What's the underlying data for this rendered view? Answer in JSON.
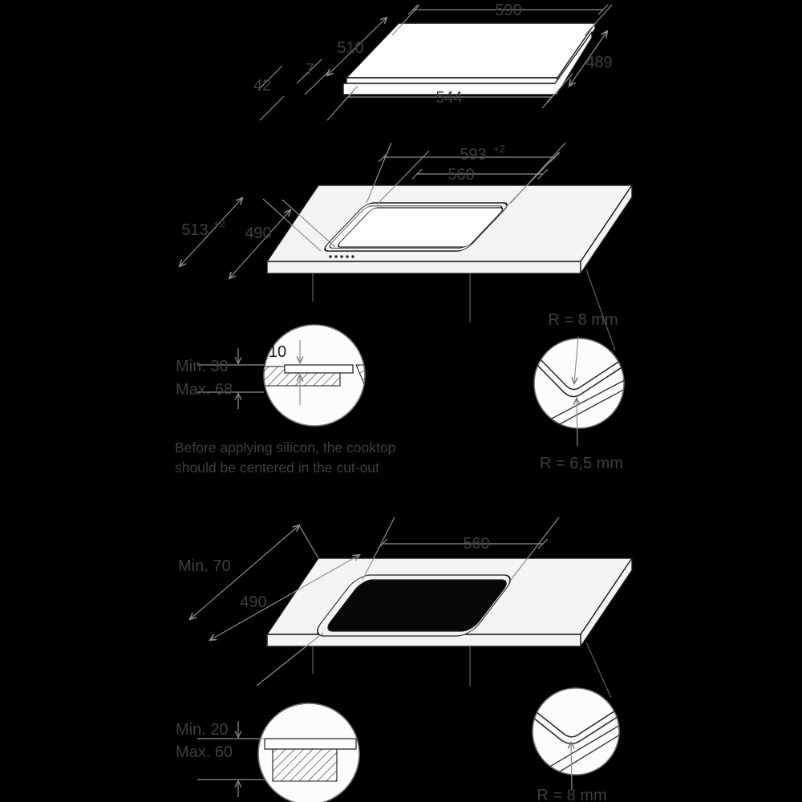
{
  "top_view": {
    "top_width": "590",
    "left_depth": "510",
    "glass_thickness": "7",
    "total_height": "42",
    "bottom_width": "544",
    "right_depth": "489"
  },
  "flush_install": {
    "recess_width": "593",
    "recess_width_tol": "+2",
    "cutout_width": "560",
    "recess_depth": "513",
    "recess_depth_tol": "+2",
    "cutout_depth": "490",
    "recess_step_depth": "10",
    "worktop_min": "Min. 30",
    "worktop_max": "Max. 68",
    "corner_radius_recess": "R = 8 mm",
    "corner_radius_cutout": "R = 6,5 mm",
    "note_line1": "Before applying silicon, the cooktop",
    "note_line2": "should be centered in the cut-out"
  },
  "standard_install": {
    "rear_clearance": "Min. 70",
    "cutout_width": "560",
    "cutout_depth": "490",
    "worktop_min": "Min. 20",
    "worktop_max": "Max. 60",
    "corner_radius": "R = 8 mm"
  }
}
